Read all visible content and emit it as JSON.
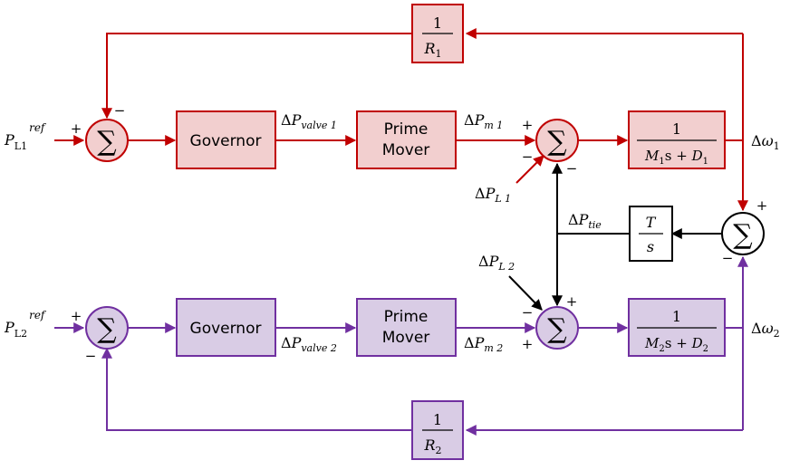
{
  "colors": {
    "area1_stroke": "#c00000",
    "area1_fill": "#f2cfcf",
    "area2_stroke": "#7030a0",
    "area2_fill": "#d9cce5",
    "tie_stroke": "#000000",
    "tie_fill": "#ffffff"
  },
  "glyphs": {
    "sum": "∑",
    "delta": "Δ"
  },
  "area1": {
    "ref_input": {
      "main": "P",
      "sub": "L1",
      "sup": "ref"
    },
    "governor": "Governor",
    "prime_mover_line1": "Prime",
    "prime_mover_line2": "Mover",
    "valve_signal": {
      "main": "P",
      "sub": "valve 1"
    },
    "mech_signal": {
      "main": "P",
      "sub": "m 1"
    },
    "load_input": {
      "main": "P",
      "sub": "L 1"
    },
    "freq_output": {
      "main": "ω",
      "sub": "1"
    },
    "plant": {
      "num": "1",
      "den_m": "M",
      "den_m_sub": "1",
      "den_s": "s + ",
      "den_d": "D",
      "den_d_sub": "1"
    },
    "droop": {
      "num": "1",
      "den": "R",
      "den_sub": "1"
    },
    "signs": {
      "sum1_ref": "+",
      "sum1_fb": "−",
      "sum2_mech": "+",
      "sum2_load": "−",
      "sum2_tie": "−"
    }
  },
  "area2": {
    "ref_input": {
      "main": "P",
      "sub": "L2",
      "sup": "ref"
    },
    "governor": "Governor",
    "prime_mover_line1": "Prime",
    "prime_mover_line2": "Mover",
    "valve_signal": {
      "main": "P",
      "sub": "valve 2"
    },
    "mech_signal": {
      "main": "P",
      "sub": "m 2"
    },
    "load_input": {
      "main": "P",
      "sub": "L 2"
    },
    "freq_output": {
      "main": "ω",
      "sub": "2"
    },
    "plant": {
      "num": "1",
      "den_m": "M",
      "den_m_sub": "2",
      "den_s": "s + ",
      "den_d": "D",
      "den_d_sub": "2"
    },
    "droop": {
      "num": "1",
      "den": "R",
      "den_sub": "2"
    },
    "signs": {
      "sum1_ref": "+",
      "sum1_fb": "−",
      "sum2_mech": "+",
      "sum2_load": "−",
      "sum2_tie": "+"
    }
  },
  "tie": {
    "signal": {
      "main": "P",
      "sub": "tie"
    },
    "block": {
      "num": "T",
      "den": "s"
    },
    "signs": {
      "w1": "+",
      "w2": "−"
    }
  }
}
